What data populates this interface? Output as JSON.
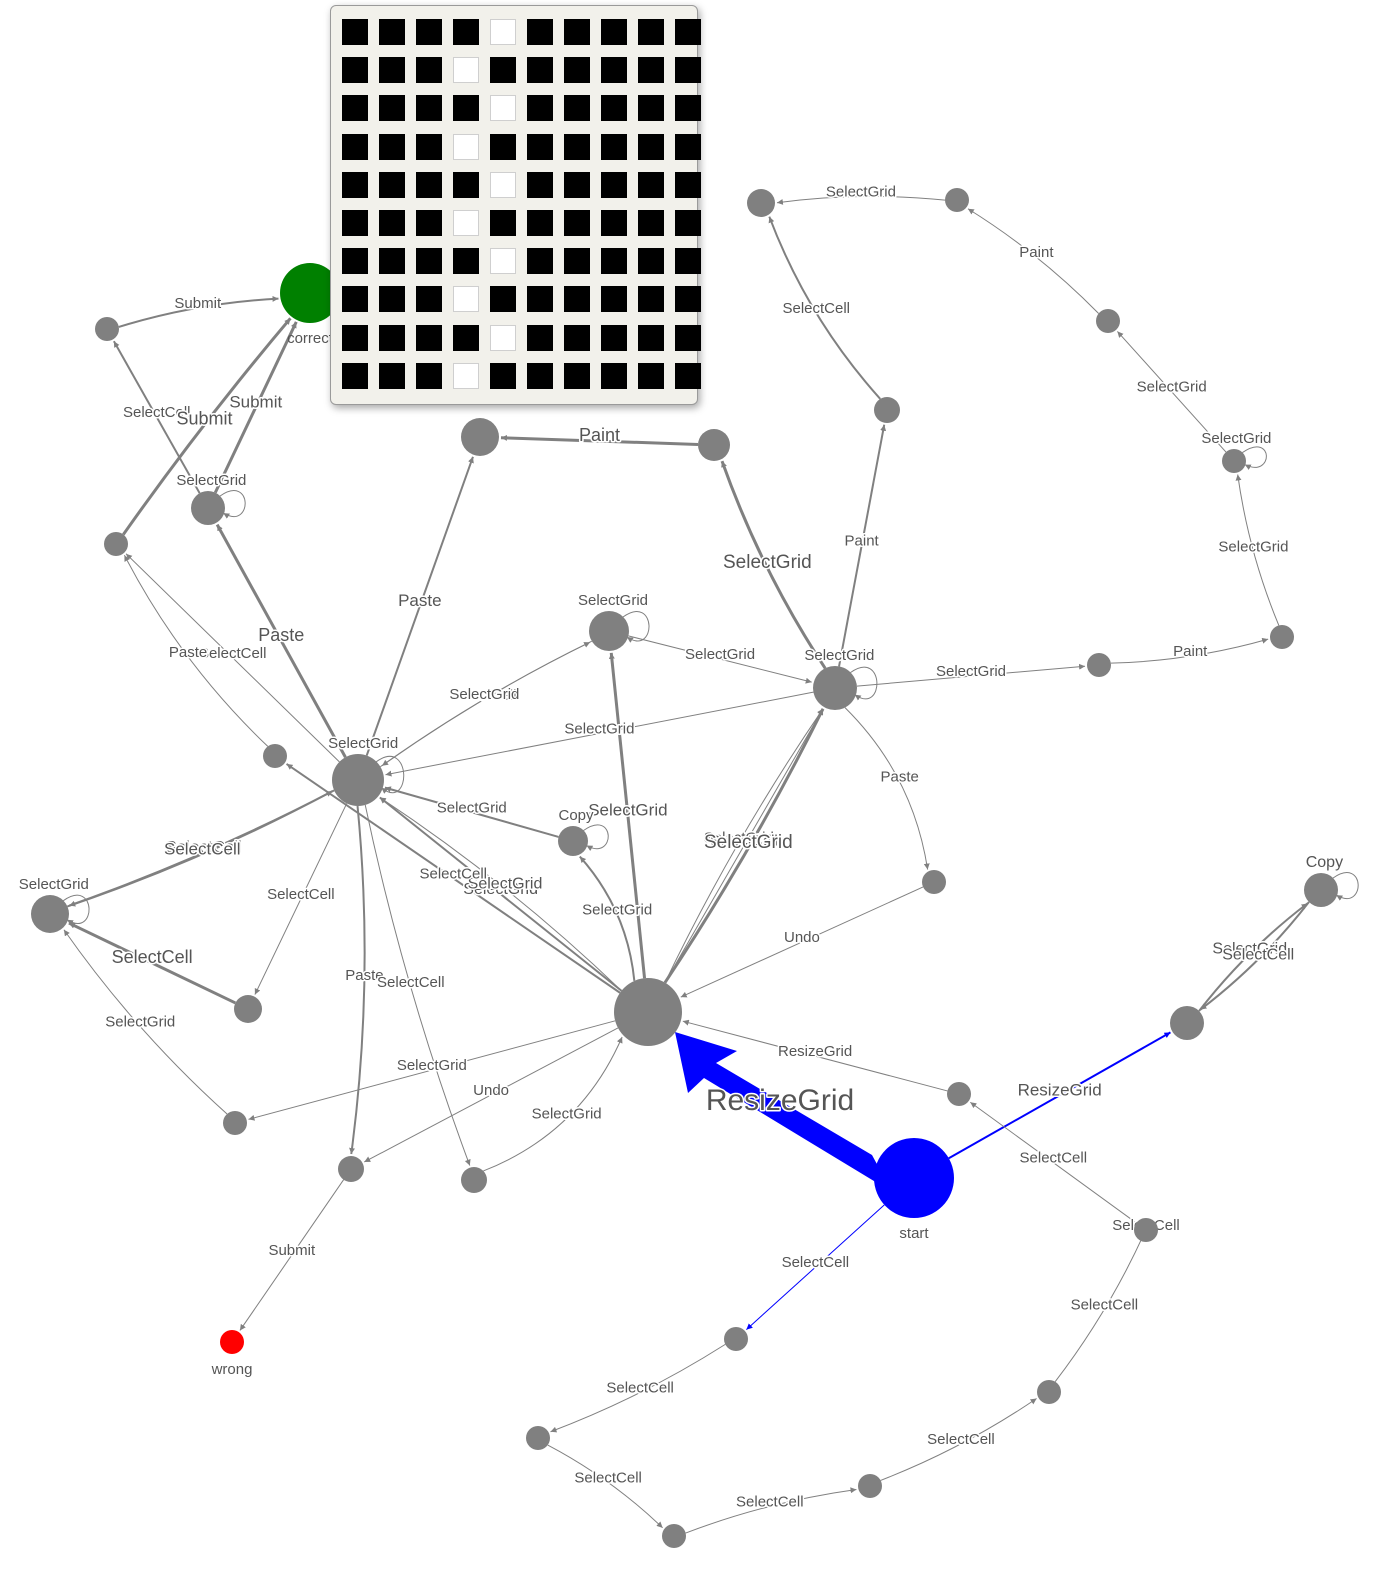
{
  "colors": {
    "default_node": "#808080",
    "default_edge": "#808080",
    "start": "#0000ff",
    "correct": "#008000",
    "wrong": "#ff0000",
    "label": "#555555",
    "grid_on": "#000000",
    "grid_off": "#ffffff"
  },
  "nodes": [
    {
      "id": "n_correct",
      "kind": "correct",
      "caption": "correct"
    },
    {
      "id": "n_wrong",
      "kind": "wrong",
      "caption": "wrong"
    },
    {
      "id": "n_start",
      "kind": "start",
      "caption": "start"
    },
    {
      "id": "n_hub",
      "kind": "state"
    },
    {
      "id": "n_left_hub",
      "kind": "state"
    },
    {
      "id": "n_sg_loop",
      "kind": "state"
    },
    {
      "id": "n_right_mid",
      "kind": "state"
    },
    {
      "id": "n_upper_mid",
      "kind": "state"
    },
    {
      "id": "n_paint_src",
      "kind": "state"
    },
    {
      "id": "n_left_sg",
      "kind": "state"
    },
    {
      "id": "n_top_submit",
      "kind": "state"
    },
    {
      "id": "n_left_mid",
      "kind": "state"
    },
    {
      "id": "n_far_left",
      "kind": "state"
    },
    {
      "id": "n_left_small",
      "kind": "state"
    },
    {
      "id": "n_copy_mid",
      "kind": "state"
    },
    {
      "id": "n_lower_left",
      "kind": "state"
    },
    {
      "id": "n_bottom_left",
      "kind": "state"
    },
    {
      "id": "n_copy_low",
      "kind": "state"
    },
    {
      "id": "n_pre_wrong",
      "kind": "state"
    },
    {
      "id": "n_paste_end",
      "kind": "state"
    },
    {
      "id": "n_resize_mid",
      "kind": "state"
    },
    {
      "id": "n_top_right1",
      "kind": "state"
    },
    {
      "id": "n_top_right2",
      "kind": "state"
    },
    {
      "id": "n_right_chain1",
      "kind": "state"
    },
    {
      "id": "n_right_chain2",
      "kind": "state"
    },
    {
      "id": "n_right_chain3",
      "kind": "state"
    },
    {
      "id": "n_right_chain4",
      "kind": "state"
    },
    {
      "id": "n_right_chain5",
      "kind": "state"
    },
    {
      "id": "n_right_chain6",
      "kind": "state"
    },
    {
      "id": "n_copy_right",
      "kind": "state"
    },
    {
      "id": "n_resize_right",
      "kind": "state"
    },
    {
      "id": "n_sc_right",
      "kind": "state"
    },
    {
      "id": "n_sc_b1",
      "kind": "state"
    },
    {
      "id": "n_sc_b2",
      "kind": "state"
    },
    {
      "id": "n_sc_b3",
      "kind": "state"
    },
    {
      "id": "n_sc_b4",
      "kind": "state"
    },
    {
      "id": "n_sc_b5",
      "kind": "state"
    },
    {
      "id": "n_sc_b6",
      "kind": "state"
    }
  ],
  "edges": [
    {
      "from": "n_start",
      "to": "n_hub",
      "label": "ResizeGrid",
      "kind": "start"
    },
    {
      "from": "n_start",
      "to": "n_resize_right",
      "label": "ResizeGrid",
      "kind": "start"
    },
    {
      "from": "n_start",
      "to": "n_sc_b1",
      "label": "SelectCell",
      "kind": "start"
    },
    {
      "from": "n_resize_mid",
      "to": "n_hub",
      "label": "ResizeGrid"
    },
    {
      "from": "n_sc_right",
      "to": "n_resize_mid",
      "label": "SelectCell"
    },
    {
      "from": "n_resize_right",
      "to": "n_copy_right",
      "label": "SelectGrid"
    },
    {
      "from": "n_copy_right",
      "to": "n_resize_right",
      "label": "SelectCell"
    },
    {
      "from": "n_copy_right",
      "to": "n_copy_right",
      "label": "Copy"
    },
    {
      "from": "n_hub",
      "to": "n_left_hub",
      "label": "SelectGrid"
    },
    {
      "from": "n_hub",
      "to": "n_left_hub",
      "label": "SelectGrid"
    },
    {
      "from": "n_hub",
      "to": "n_sg_loop",
      "label": "SelectGrid"
    },
    {
      "from": "n_hub",
      "to": "n_right_mid",
      "label": "SelectGrid"
    },
    {
      "from": "n_hub",
      "to": "n_right_mid",
      "label": "SelectCell"
    },
    {
      "from": "n_hub",
      "to": "n_right_mid",
      "label": "SelectGrid"
    },
    {
      "from": "n_hub",
      "to": "n_copy_mid",
      "label": "SelectGrid"
    },
    {
      "from": "n_hub",
      "to": "n_left_small",
      "label": "SelectCell"
    },
    {
      "from": "n_hub",
      "to": "n_bottom_left",
      "label": "SelectGrid"
    },
    {
      "from": "n_hub",
      "to": "n_pre_wrong",
      "label": "Undo"
    },
    {
      "from": "n_copy_low",
      "to": "n_hub",
      "label": "SelectGrid"
    },
    {
      "from": "n_paste_end",
      "to": "n_hub",
      "label": "Undo"
    },
    {
      "from": "n_copy_mid",
      "to": "n_left_hub",
      "label": "SelectGrid"
    },
    {
      "from": "n_copy_mid",
      "to": "n_copy_mid",
      "label": "Copy"
    },
    {
      "from": "n_left_hub",
      "to": "n_left_sg",
      "label": "Paste"
    },
    {
      "from": "n_left_hub",
      "to": "n_paint_src",
      "label": "Paste"
    },
    {
      "from": "n_left_hub",
      "to": "n_far_left",
      "label": "SelectCell"
    },
    {
      "from": "n_left_hub",
      "to": "n_left_mid",
      "label": "SelectCell"
    },
    {
      "from": "n_left_hub",
      "to": "n_lower_left",
      "label": "SelectCell"
    },
    {
      "from": "n_left_hub",
      "to": "n_pre_wrong",
      "label": "Paste"
    },
    {
      "from": "n_left_hub",
      "to": "n_copy_low",
      "label": "SelectCell"
    },
    {
      "from": "n_left_hub",
      "to": "n_left_hub",
      "label": "SelectGrid"
    },
    {
      "from": "n_left_hub",
      "to": "n_sg_loop",
      "label": "SelectCell"
    },
    {
      "from": "n_sg_loop",
      "to": "n_left_hub",
      "label": "SelectGrid"
    },
    {
      "from": "n_sg_loop",
      "to": "n_sg_loop",
      "label": "SelectGrid"
    },
    {
      "from": "n_sg_loop",
      "to": "n_right_mid",
      "label": "SelectGrid"
    },
    {
      "from": "n_right_mid",
      "to": "n_left_hub",
      "label": "SelectGrid"
    },
    {
      "from": "n_right_mid",
      "to": "n_upper_mid",
      "label": "SelectGrid"
    },
    {
      "from": "n_right_mid",
      "to": "n_top_right2",
      "label": "Paint"
    },
    {
      "from": "n_right_mid",
      "to": "n_right_chain6",
      "label": "SelectGrid"
    },
    {
      "from": "n_right_mid",
      "to": "n_right_mid",
      "label": "SelectGrid"
    },
    {
      "from": "n_right_mid",
      "to": "n_paste_end",
      "label": "Paste"
    },
    {
      "from": "n_upper_mid",
      "to": "n_paint_src",
      "label": "Paint"
    },
    {
      "from": "n_left_sg",
      "to": "n_correct",
      "label": "Submit"
    },
    {
      "from": "n_left_sg",
      "to": "n_left_sg",
      "label": "SelectGrid"
    },
    {
      "from": "n_left_sg",
      "to": "n_top_submit",
      "label": "SelectCell"
    },
    {
      "from": "n_left_mid",
      "to": "n_correct",
      "label": "Submit"
    },
    {
      "from": "n_top_submit",
      "to": "n_correct",
      "label": "Submit"
    },
    {
      "from": "n_far_left",
      "to": "n_left_hub",
      "label": "SelectCell"
    },
    {
      "from": "n_far_left",
      "to": "n_far_left",
      "label": "SelectGrid"
    },
    {
      "from": "n_lower_left",
      "to": "n_far_left",
      "label": "SelectCell"
    },
    {
      "from": "n_bottom_left",
      "to": "n_far_left",
      "label": "SelectGrid"
    },
    {
      "from": "n_left_small",
      "to": "n_left_mid",
      "label": "Paste"
    },
    {
      "from": "n_pre_wrong",
      "to": "n_wrong",
      "label": "Submit"
    },
    {
      "from": "n_top_right2",
      "to": "n_top_right1",
      "label": "SelectCell"
    },
    {
      "from": "n_right_chain1",
      "to": "n_top_right1",
      "label": "SelectGrid"
    },
    {
      "from": "n_right_chain2",
      "to": "n_right_chain1",
      "label": "Paint"
    },
    {
      "from": "n_right_chain3",
      "to": "n_right_chain2",
      "label": "SelectGrid"
    },
    {
      "from": "n_right_chain3",
      "to": "n_right_chain3",
      "label": "SelectGrid"
    },
    {
      "from": "n_right_chain4",
      "to": "n_right_chain3",
      "label": "SelectGrid"
    },
    {
      "from": "n_right_chain6",
      "to": "n_right_chain4",
      "label": "Paint"
    },
    {
      "from": "n_sc_b6",
      "to": "n_sc_right",
      "label": "SelectCell"
    },
    {
      "from": "n_sc_b5",
      "to": "n_sc_b6",
      "label": "SelectCell"
    },
    {
      "from": "n_sc_b4",
      "to": "n_sc_b5",
      "label": "SelectCell"
    },
    {
      "from": "n_sc_b3",
      "to": "n_sc_b4",
      "label": "SelectCell"
    },
    {
      "from": "n_sc_b2",
      "to": "n_sc_b3",
      "label": "SelectCell"
    },
    {
      "from": "n_sc_b1",
      "to": "n_sc_b2",
      "label": "SelectCell"
    }
  ],
  "tooltip_grid": {
    "rows": [
      [
        1,
        1,
        1,
        1,
        0,
        1,
        1,
        1,
        1,
        1
      ],
      [
        1,
        1,
        1,
        0,
        1,
        1,
        1,
        1,
        1,
        1
      ],
      [
        1,
        1,
        1,
        1,
        0,
        1,
        1,
        1,
        1,
        1
      ],
      [
        1,
        1,
        1,
        0,
        1,
        1,
        1,
        1,
        1,
        1
      ],
      [
        1,
        1,
        1,
        1,
        0,
        1,
        1,
        1,
        1,
        1
      ],
      [
        1,
        1,
        1,
        0,
        1,
        1,
        1,
        1,
        1,
        1
      ],
      [
        1,
        1,
        1,
        1,
        0,
        1,
        1,
        1,
        1,
        1
      ],
      [
        1,
        1,
        1,
        0,
        1,
        1,
        1,
        1,
        1,
        1
      ],
      [
        1,
        1,
        1,
        1,
        0,
        1,
        1,
        1,
        1,
        1
      ],
      [
        1,
        1,
        1,
        0,
        1,
        1,
        1,
        1,
        1,
        1
      ]
    ]
  }
}
